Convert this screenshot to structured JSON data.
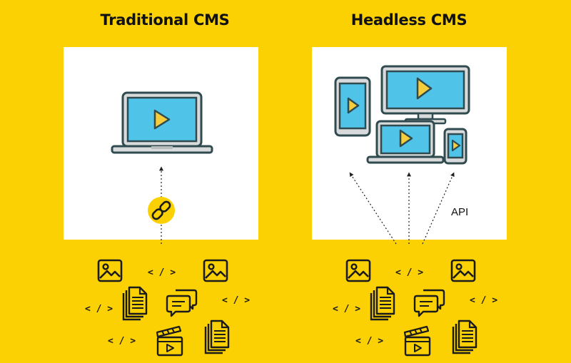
{
  "left": {
    "title": "Traditional CMS"
  },
  "right": {
    "title": "Headless CMS",
    "api_label": "API"
  },
  "code_glyph": "< / >",
  "colors": {
    "background": "#fbd103",
    "panel": "#ffffff",
    "device_outline": "#2f4b4f",
    "screen": "#4fc3e8",
    "play": "#f5cd3c",
    "link_badge": "#fbd103"
  },
  "icons": [
    "laptop-icon",
    "monitor-icon",
    "tablet-icon",
    "phone-icon",
    "link-icon",
    "image-icon",
    "document-icon",
    "chat-icon",
    "clapperboard-icon",
    "code-icon"
  ]
}
